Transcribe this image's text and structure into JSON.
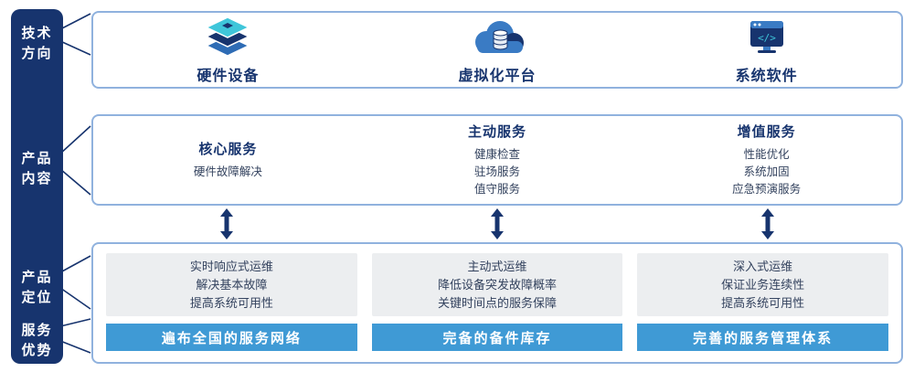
{
  "sidebar": {
    "labels": [
      "技术\n方向",
      "产品\n内容",
      "产品\n定位",
      "服务\n优势"
    ]
  },
  "tech_row": {
    "items": [
      {
        "label": "硬件设备",
        "icon": "server-stack-icon"
      },
      {
        "label": "虚拟化平台",
        "icon": "cloud-database-icon"
      },
      {
        "label": "系统软件",
        "icon": "software-window-icon"
      }
    ]
  },
  "content_row": {
    "columns": [
      {
        "heading": "核心服务",
        "items": [
          "硬件故障解决"
        ]
      },
      {
        "heading": "主动服务",
        "items": [
          "健康检查",
          "驻场服务",
          "值守服务"
        ]
      },
      {
        "heading": "增值服务",
        "items": [
          "性能优化",
          "系统加固",
          "应急预演服务"
        ]
      }
    ]
  },
  "positioning_row": {
    "columns": [
      {
        "lines": [
          "实时响应式运维",
          "解决基本故障",
          "提高系统可用性"
        ],
        "banner": "遍布全国的服务网络"
      },
      {
        "lines": [
          "主动式运维",
          "降低设备突发故障概率",
          "关键时间点的服务保障"
        ],
        "banner": "完备的备件库存"
      },
      {
        "lines": [
          "深入式运维",
          "保证业务连续性",
          "提高系统可用性"
        ],
        "banner": "完善的服务管理体系"
      }
    ]
  },
  "palette": {
    "navy": "#17346e",
    "border_blue": "#90b2de",
    "banner_blue": "#3f9ad5",
    "gray_card": "#eceef0",
    "body_text": "#33425e",
    "teal": "#3fc6da",
    "mid_blue": "#2e6cb5",
    "white": "#ffffff"
  }
}
